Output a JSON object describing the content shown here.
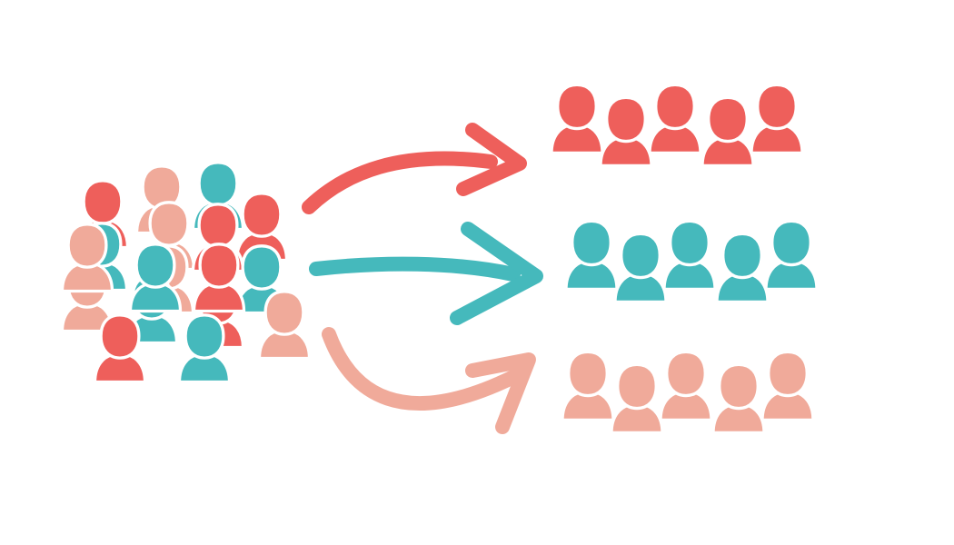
{
  "colors": {
    "red": "#ee5f5b",
    "teal": "#45b9bc",
    "pink": "#f0aa9a",
    "background": "#ffffff"
  },
  "icons": {
    "person": "person-icon",
    "arrow": "curved-arrow-icon"
  },
  "diagram": {
    "mixed_crowd": {
      "count": 18,
      "colors": [
        "pink",
        "teal",
        "red",
        "red",
        "teal",
        "pink",
        "red",
        "pink",
        "teal",
        "pink",
        "teal",
        "red",
        "pink",
        "red",
        "teal",
        "pink",
        "red",
        "teal"
      ]
    },
    "groups": [
      {
        "name": "red-group",
        "color": "red",
        "count": 5
      },
      {
        "name": "teal-group",
        "color": "teal",
        "count": 5
      },
      {
        "name": "pink-group",
        "color": "pink",
        "count": 5
      }
    ],
    "arrows": [
      {
        "name": "arrow-to-red-group",
        "color": "red"
      },
      {
        "name": "arrow-to-teal-group",
        "color": "teal"
      },
      {
        "name": "arrow-to-pink-group",
        "color": "pink"
      }
    ]
  }
}
